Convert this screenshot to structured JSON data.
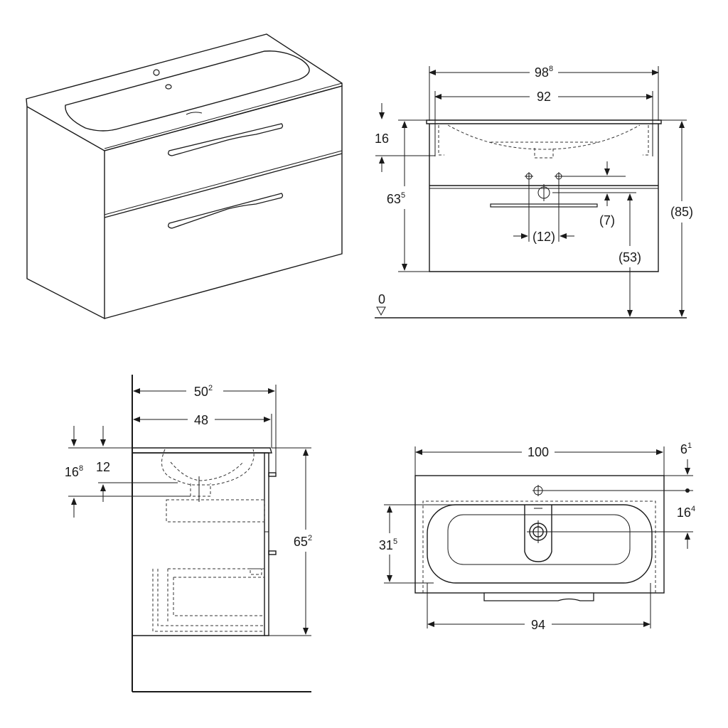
{
  "dimensions": {
    "front_overall_width": {
      "main": "98",
      "sup": "8"
    },
    "front_cabinet_width": {
      "main": "92",
      "sup": ""
    },
    "front_basin_thickness": {
      "main": "16",
      "sup": ""
    },
    "front_cabinet_height": {
      "main": "63",
      "sup": "5"
    },
    "front_total_height": {
      "main": "(85)",
      "sup": ""
    },
    "front_drain_offset": {
      "main": "(7)",
      "sup": ""
    },
    "front_siphon_spacing": {
      "main": "(12)",
      "sup": ""
    },
    "front_drain_height": {
      "main": "(53)",
      "sup": ""
    },
    "floor_level": {
      "main": "0",
      "sup": ""
    },
    "side_overall_depth": {
      "main": "50",
      "sup": "2"
    },
    "side_cabinet_depth": {
      "main": "48",
      "sup": ""
    },
    "side_basin_depth_a": {
      "main": "16",
      "sup": "8"
    },
    "side_basin_depth_b": {
      "main": "12",
      "sup": ""
    },
    "side_cabinet_height": {
      "main": "65",
      "sup": "2"
    },
    "top_overall_width": {
      "main": "100",
      "sup": ""
    },
    "top_tap_offset": {
      "main": "6",
      "sup": "1"
    },
    "top_tap_to_drain": {
      "main": "16",
      "sup": "4"
    },
    "top_drain_depth": {
      "main": "31",
      "sup": "5"
    },
    "top_cabinet_width": {
      "main": "94",
      "sup": ""
    }
  }
}
